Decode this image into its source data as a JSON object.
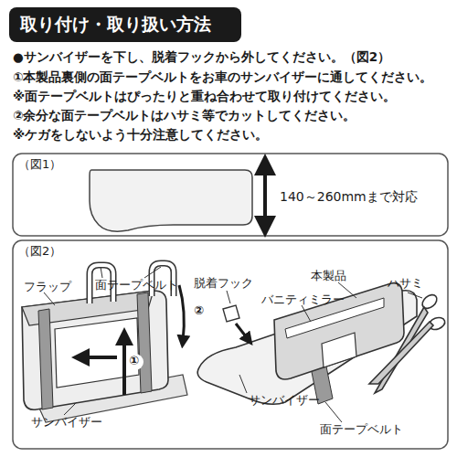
{
  "diagram": {
    "title": "取り付け・取り扱い方法",
    "labels": [
      "●サンバイザーを下し、脱着フックから外してください。（図2）",
      "①本製品裏側の面テープベルトをお車のサンバイザーに通してください。",
      "※面テープベルトはぴったりと重ね合わせて取り付けてください。",
      "②余分な面テープベルトはハサミ等でカットしてください。",
      "※ケガをしないよう十分注意してください。",
      "（図1）",
      "140～260mmまで対応",
      "（図2）",
      "面テープベルト",
      "フラップ",
      "②",
      "①",
      "サンバイザー",
      "脱着フック",
      "本製品",
      "バニティミラー",
      "ハサミ",
      "サンバイザー",
      "面テープベルト"
    ]
  }
}
